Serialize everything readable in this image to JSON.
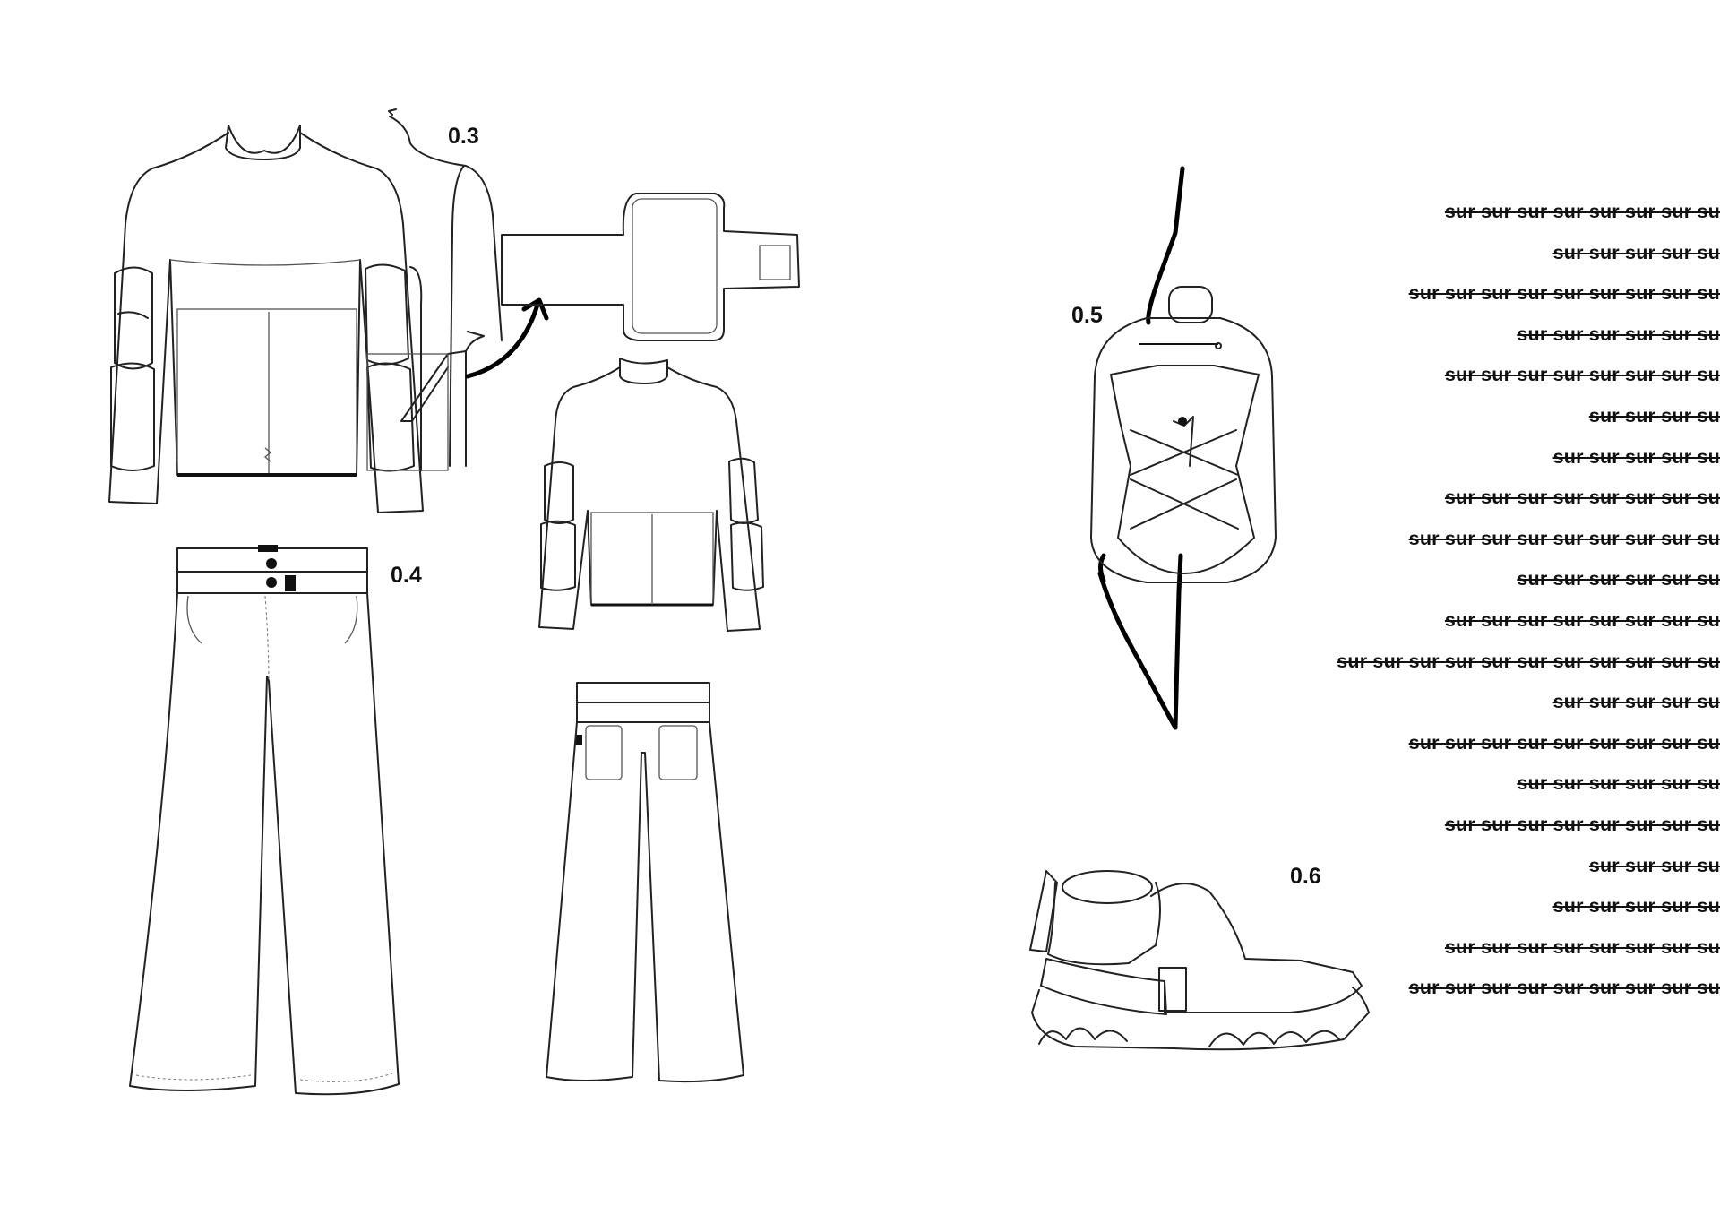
{
  "labels": {
    "l03": "0.3",
    "l04": "0.4",
    "l05": "0.5",
    "l06": "0.6"
  },
  "sur_lines": [
    "sur sur sur sur sur sur sur su",
    "sur sur sur sur su",
    "sur sur sur sur sur sur sur sur su",
    "sur sur sur sur sur su",
    "sur sur sur sur sur sur sur su",
    "sur sur sur su",
    "sur sur sur sur su",
    "sur sur sur sur sur sur sur su",
    "sur sur sur sur sur sur sur sur su",
    "sur sur sur sur sur su",
    "sur sur sur sur sur sur sur su",
    "sur sur sur sur sur sur sur sur sur sur su",
    "sur sur sur sur su",
    "sur sur sur sur sur sur sur sur su",
    "sur sur sur sur sur su",
    "sur sur sur sur sur sur sur su",
    "sur sur sur su",
    "sur sur sur sur su",
    "sur sur sur sur sur sur sur su",
    "sur sur sur sur sur sur sur sur su"
  ],
  "colors": {
    "ink": "#111111",
    "background": "#ffffff"
  }
}
